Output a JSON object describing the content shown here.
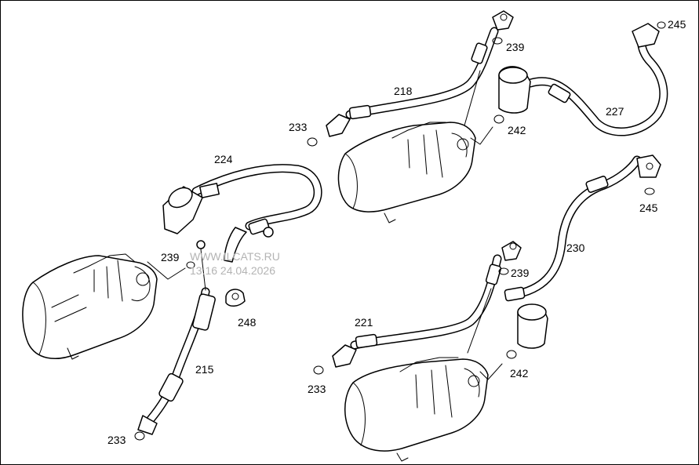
{
  "labels": {
    "p245a": "245",
    "p239a": "239",
    "p218": "218",
    "p227": "227",
    "p233a": "233",
    "p242a": "242",
    "p224": "224",
    "p239b": "239",
    "p248": "248",
    "p215": "215",
    "p233b": "233",
    "p245b": "245",
    "p230": "230",
    "p239c": "239",
    "p221": "221",
    "p242b": "242",
    "p233c": "233"
  },
  "watermark": {
    "site": "WWW.ILCATS.RU",
    "timestamp": "13:16 24.04.2026"
  }
}
